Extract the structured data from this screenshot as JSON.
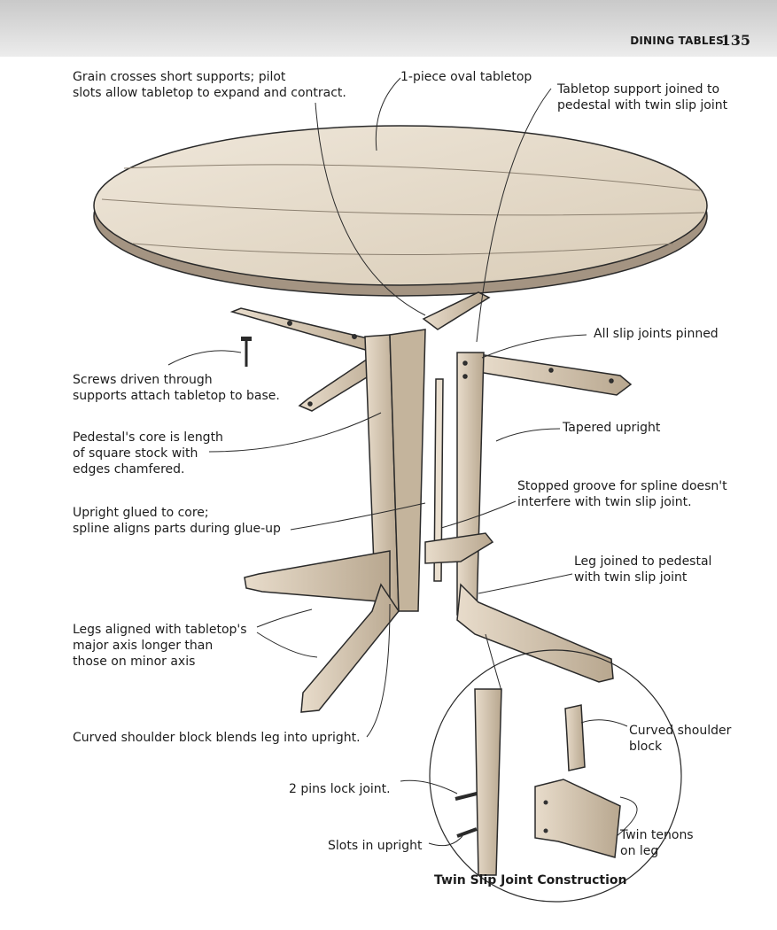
{
  "header": {
    "section": "DINING TABLES",
    "page_number": "135"
  },
  "callouts": {
    "grain": "Grain crosses short supports; pilot\nslots allow tabletop to expand and contract.",
    "oval": "1-piece oval tabletop",
    "support_joint": "Tabletop support joined to\npedestal with twin slip joint",
    "pinned": "All slip joints pinned",
    "screws": "Screws driven through\nsupports attach tabletop to base.",
    "tapered": "Tapered upright",
    "core": "Pedestal's core is length\nof square stock with\nedges chamfered.",
    "stopped": "Stopped groove for spline doesn't\ninterfere with twin slip joint.",
    "glued": "Upright glued to core;\nspline aligns parts during glue-up",
    "leg_joined": "Leg joined to pedestal\nwith twin slip joint",
    "legs_aligned": "Legs aligned with tabletop's\nmajor axis longer than\nthose on minor axis",
    "curved_block": "Curved shoulder block blends leg into upright.",
    "curved_shoulder": "Curved shoulder\nblock",
    "pins": "2 pins lock joint.",
    "slots": "Slots in upright",
    "tenons": "Twin tenons\non leg"
  },
  "caption": "Twin Slip Joint Construction"
}
